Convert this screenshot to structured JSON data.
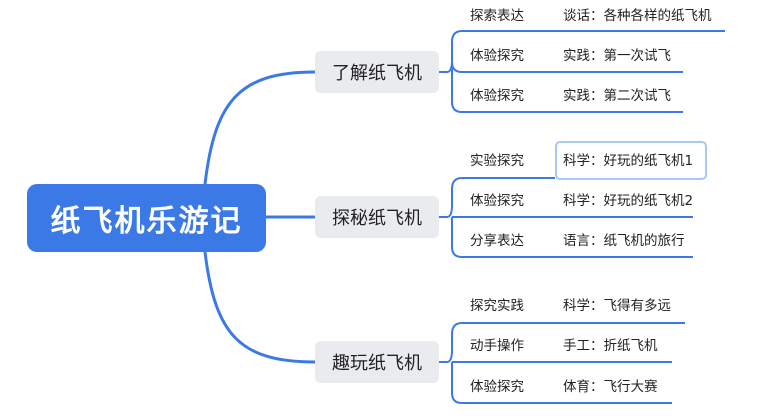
{
  "root": {
    "label": "纸飞机乐游记"
  },
  "colors": {
    "accent": "#3b7ae6",
    "branch_bg": "#e9ebee",
    "line": "#3b7ae6",
    "selection": "#a9c9f2"
  },
  "branches": [
    {
      "label": "了解纸飞机",
      "leaves": [
        {
          "category": "探索表达",
          "activity": "谈话：各种各样的纸飞机"
        },
        {
          "category": "体验探究",
          "activity": "实践：第一次试飞"
        },
        {
          "category": "体验探究",
          "activity": "实践：第二次试飞"
        }
      ]
    },
    {
      "label": "探秘纸飞机",
      "leaves": [
        {
          "category": "实验探究",
          "activity": "科学：好玩的纸飞机1"
        },
        {
          "category": "体验探究",
          "activity": "科学：好玩的纸飞机2"
        },
        {
          "category": "分享表达",
          "activity": "语言：纸飞机的旅行"
        }
      ]
    },
    {
      "label": "趣玩纸飞机",
      "leaves": [
        {
          "category": "探究实践",
          "activity": "科学：飞得有多远"
        },
        {
          "category": "动手操作",
          "activity": "手工：折纸飞机"
        },
        {
          "category": "体验探究",
          "activity": "体育：飞行大赛"
        }
      ]
    }
  ]
}
